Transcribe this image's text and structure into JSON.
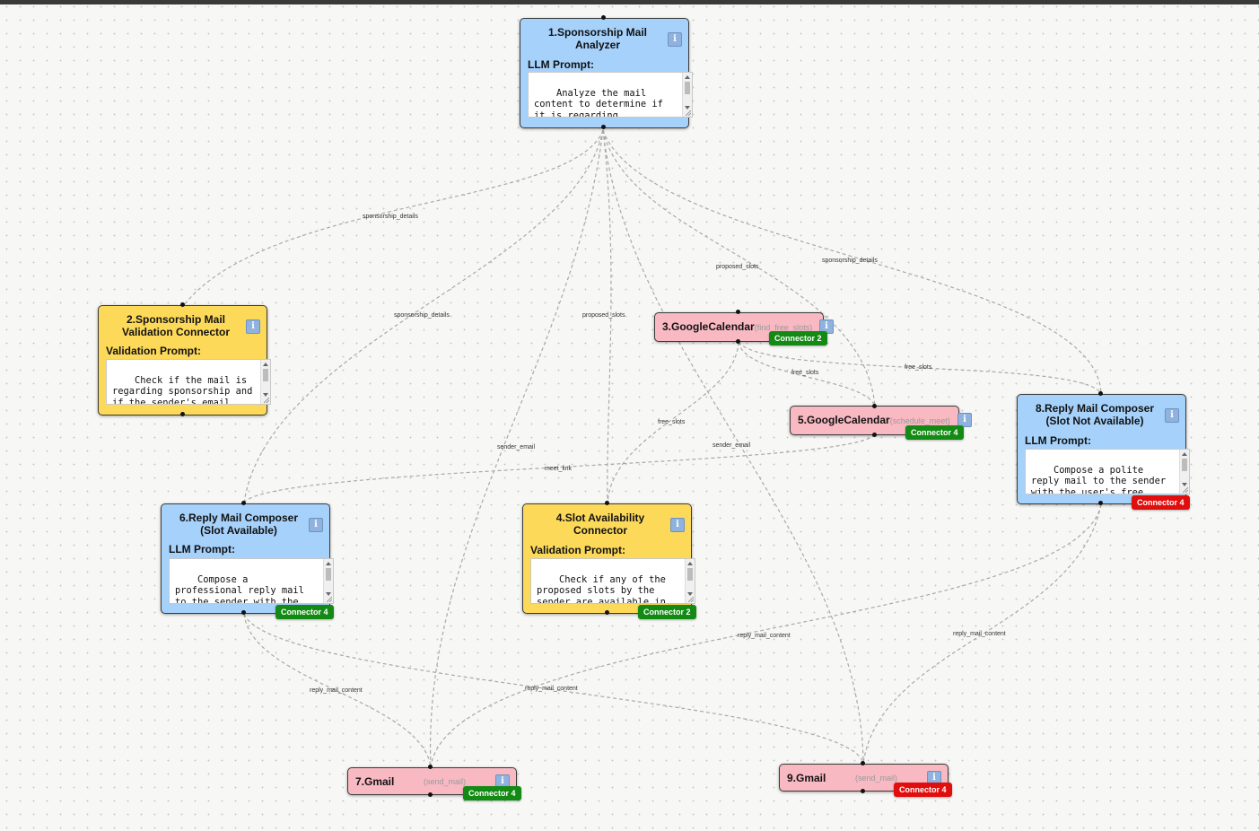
{
  "nodes": {
    "n1": {
      "title_1": "1.Sponsorship Mail",
      "title_2": "Analyzer",
      "prompt_label": "LLM Prompt:",
      "prompt": "Analyze the mail content to determine if it is regarding sponsorship. If yes, extract the"
    },
    "n2": {
      "title_1": "2.Sponsorship Mail",
      "title_2": "Validation Connector",
      "prompt_label": "Validation Prompt:",
      "prompt": "Check if the mail is regarding sponsorship and if the sender's email, proposed slots,"
    },
    "n3": {
      "title": "3.GoogleCalendar",
      "fn": "(find_free_slots)",
      "badge": "Connector 2"
    },
    "n4": {
      "title_1": "4.Slot Availability",
      "title_2": "Connector",
      "prompt_label": "Validation Prompt:",
      "prompt": "Check if any of the proposed slots by the sender are available in the user's free slots",
      "badge": "Connector 2"
    },
    "n5": {
      "title": "5.GoogleCalendar",
      "fn": "(schedule_meet)",
      "badge": "Connector 4"
    },
    "n6": {
      "title_1": "6.Reply Mail Composer",
      "title_2": "(Slot Available)",
      "prompt_label": "LLM Prompt:",
      "prompt": "Compose a professional reply mail to the sender with the meeting link and a response",
      "badge": "Connector 4"
    },
    "n7": {
      "title": "7.Gmail",
      "fn": "(send_mail)",
      "badge": "Connector 4"
    },
    "n8": {
      "title_1": "8.Reply Mail Composer",
      "title_2": "(Slot Not Available)",
      "prompt_label": "LLM Prompt:",
      "prompt": "Compose a polite reply mail to the sender with the user's free slots and ask if the sender is",
      "badge": "Connector 4"
    },
    "n9": {
      "title": "9.Gmail",
      "fn": "(send_mail)",
      "badge": "Connector 4"
    }
  },
  "info_glyph": "i",
  "edge_labels": {
    "e1": "sponsorship_details",
    "e2": "sponsorship_details",
    "e3": "proposed_slots",
    "e4": "proposed_slots",
    "e5": "sponsorship_details",
    "e6": "free_slots",
    "e7": "free_slots",
    "e8": "free_slots",
    "e9": "sender_email",
    "e10": "sender_email",
    "e11": "meet_link",
    "e12": "reply_mail_content",
    "e13": "reply_mail_content",
    "e14": "reply_mail_content",
    "e15": "reply_mail_content"
  },
  "colors": {
    "blue": "#a6d1fb",
    "yellow": "#fdd95a",
    "pink": "#f8b9c3",
    "green_badge": "#138a13",
    "red_badge": "#e10e0e"
  }
}
